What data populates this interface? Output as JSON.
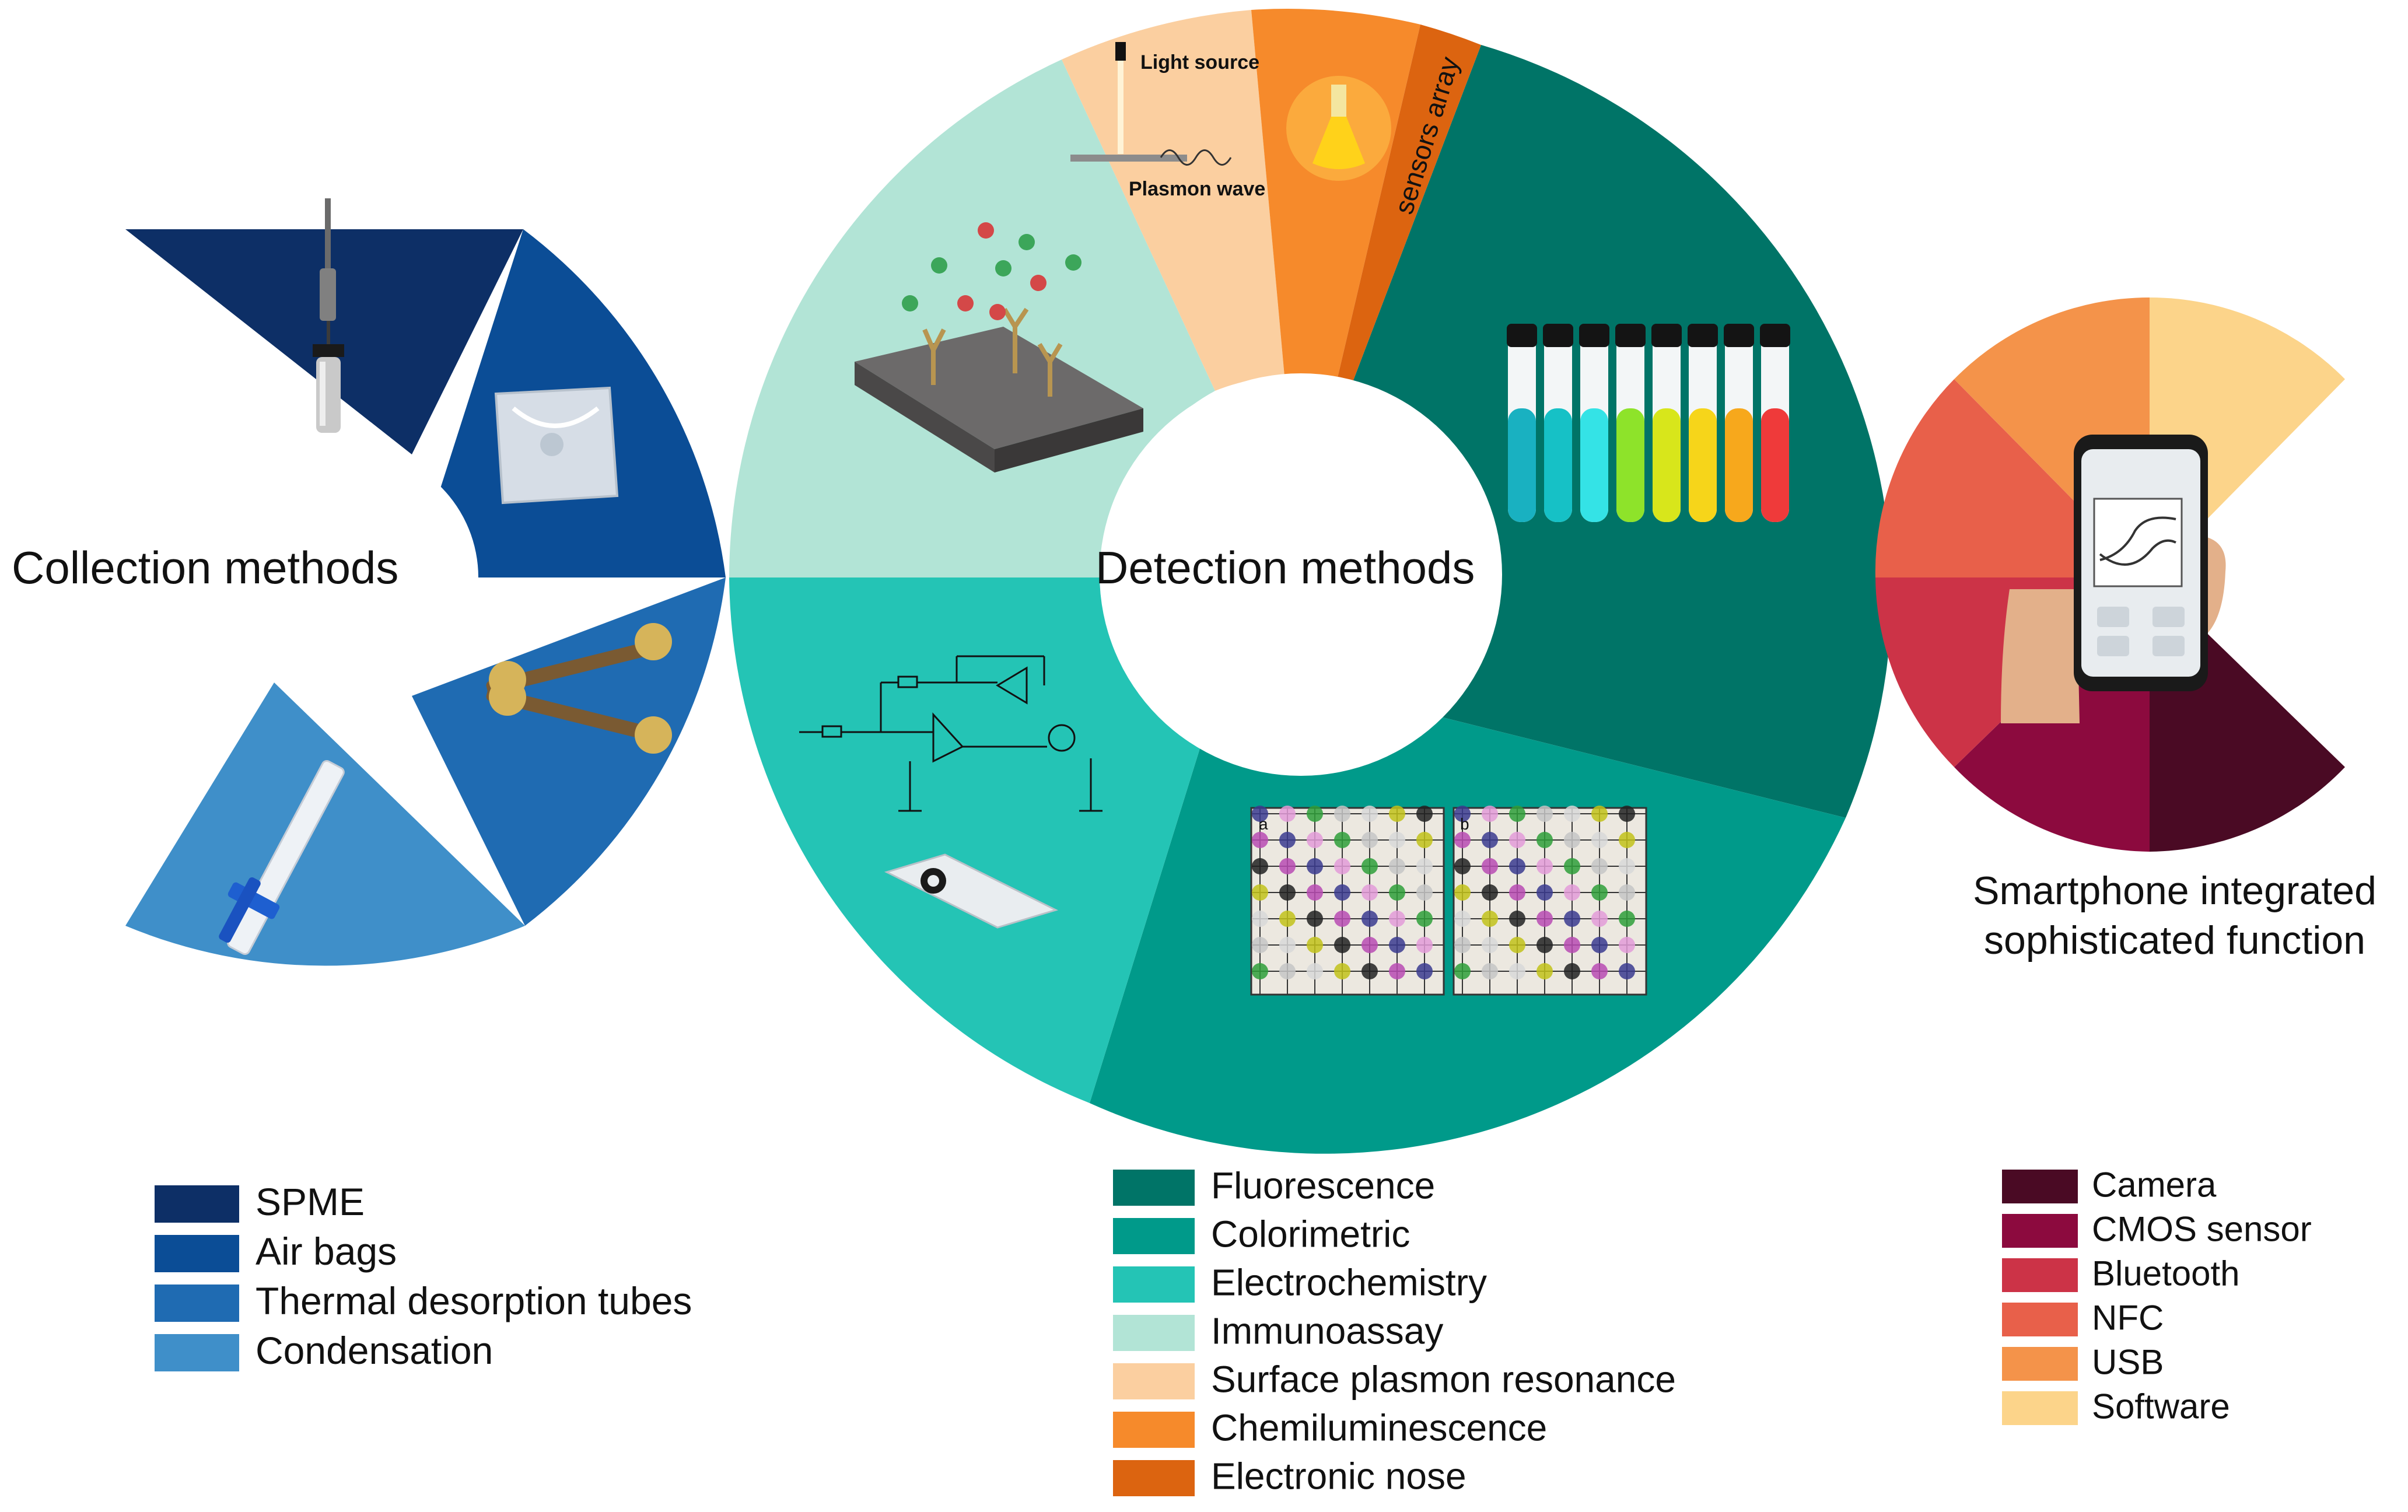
{
  "collection": {
    "title": "Collection methods",
    "legend": [
      {
        "label": "SPME",
        "color": "#0d2f66"
      },
      {
        "label": "Air bags",
        "color": "#0b4d96"
      },
      {
        "label": "Thermal desorption tubes",
        "color": "#1f6bb2"
      },
      {
        "label": "Condensation",
        "color": "#3f8fc9"
      }
    ]
  },
  "detection": {
    "title": "Detection methods",
    "legend": [
      {
        "label": "Fluorescence",
        "color": "#007467"
      },
      {
        "label": "Colorimetric",
        "color": "#009a8a"
      },
      {
        "label": "Electrochemistry",
        "color": "#24c4b5"
      },
      {
        "label": "Immunoassay",
        "color": "#b2e4d6"
      },
      {
        "label": "Surface plasmon resonance",
        "color": "#fbcfa0"
      },
      {
        "label": "Chemiluminescence",
        "color": "#f68a2b"
      },
      {
        "label": "Electronic nose",
        "color": "#dc6410"
      }
    ],
    "insets": {
      "light_source": "Light source",
      "plasmon_wave": "Plasmon wave",
      "sensors_array": "sensors array",
      "panel_a": "a",
      "panel_b": "b"
    },
    "tube_colors": [
      "#19b1c1",
      "#16c1c6",
      "#34e3e6",
      "#8ee32a",
      "#d8e61b",
      "#f6d51a",
      "#f7a81c",
      "#ef3a3a"
    ]
  },
  "smartphone": {
    "title_line1": "Smartphone integrated",
    "title_line2": "sophisticated function",
    "legend": [
      {
        "label": "Camera",
        "color": "#4a0a24"
      },
      {
        "label": "CMOS sensor",
        "color": "#8c0a3e"
      },
      {
        "label": "Bluetooth",
        "color": "#cc3347"
      },
      {
        "label": "NFC",
        "color": "#e8604a"
      },
      {
        "label": "USB",
        "color": "#f4934a"
      },
      {
        "label": "Software",
        "color": "#fcd48a"
      }
    ]
  }
}
